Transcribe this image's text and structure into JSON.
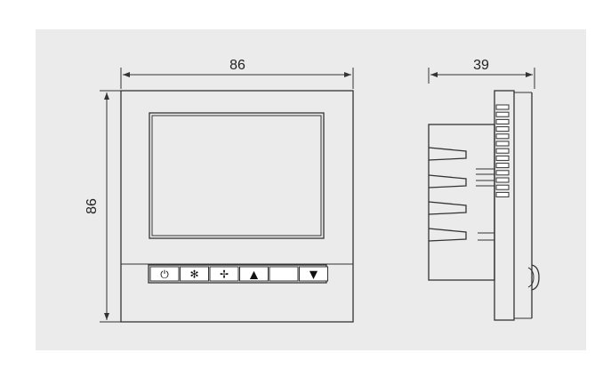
{
  "colors": {
    "panel_background": "#ebebeb",
    "line": "#333333",
    "device_fill": "#ffffff"
  },
  "dimensions": {
    "front_width": "86",
    "front_height": "86",
    "side_depth": "39"
  },
  "buttons": [
    {
      "name": "power-icon",
      "glyph": "⏻"
    },
    {
      "name": "snowflake-icon",
      "glyph": "✻"
    },
    {
      "name": "fan-icon",
      "glyph": "✢"
    },
    {
      "name": "arrow-up-icon",
      "glyph": "▲"
    },
    {
      "name": "blank-key",
      "glyph": ""
    },
    {
      "name": "arrow-down-icon",
      "glyph": "▼"
    }
  ]
}
